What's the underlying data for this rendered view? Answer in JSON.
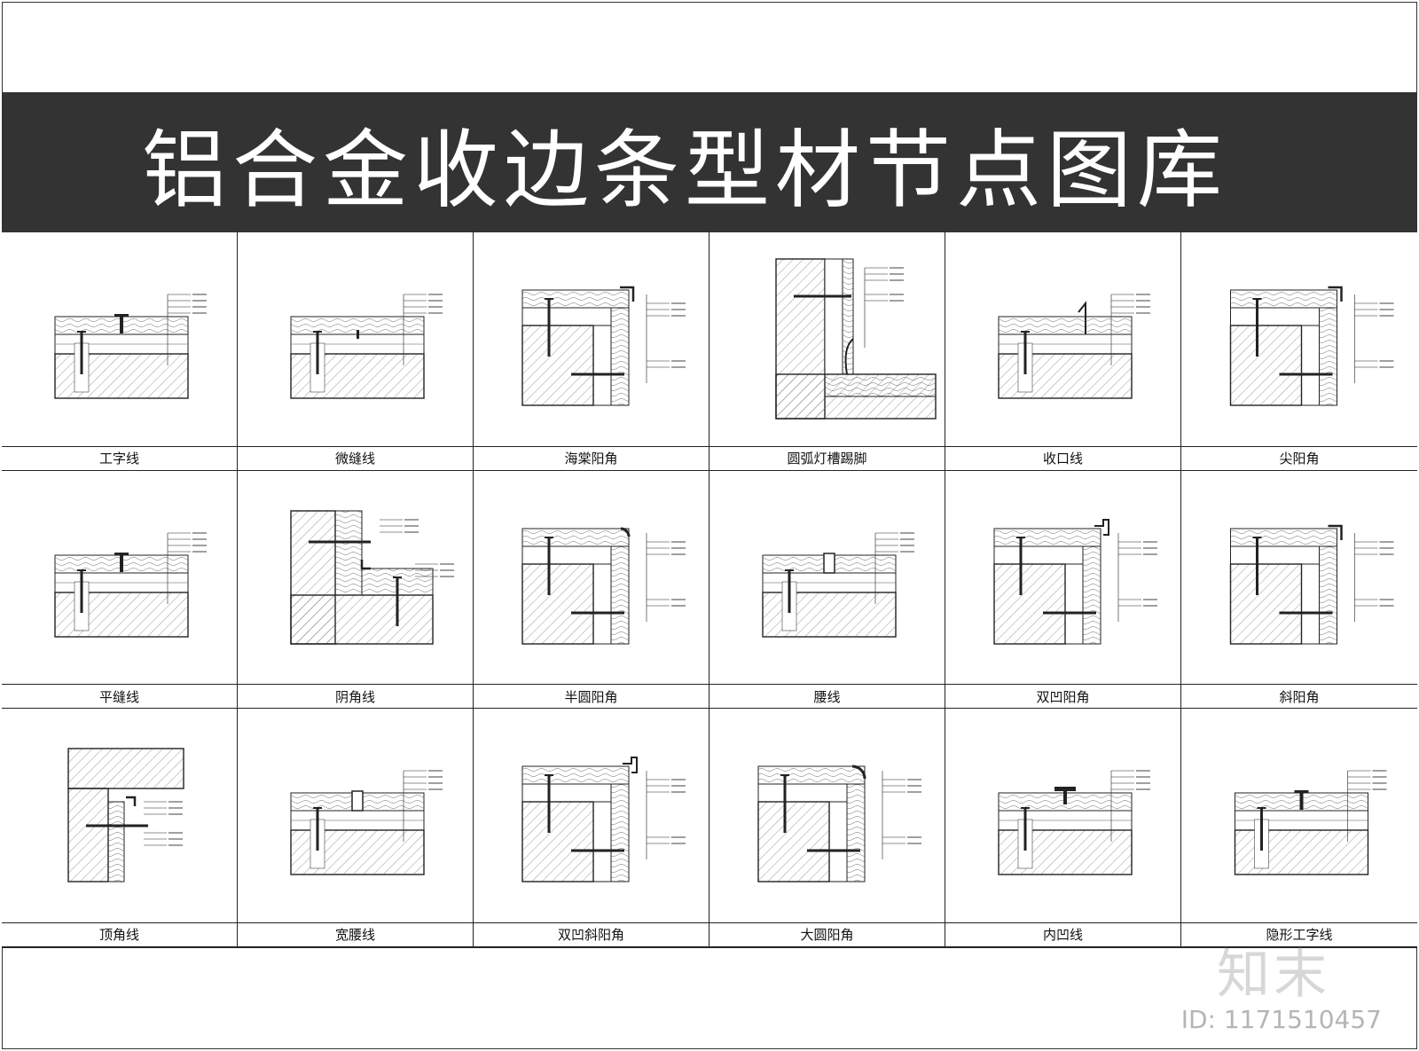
{
  "title": "铝合金收边条型材节点图库",
  "nodes": [
    {
      "label": "工字线",
      "profile": "i-bar"
    },
    {
      "label": "微缝线",
      "profile": "micro-gap"
    },
    {
      "label": "海棠阳角",
      "profile": "corner-trim"
    },
    {
      "label": "圆弧灯槽踢脚",
      "profile": "baseboard"
    },
    {
      "label": "收口线",
      "profile": "edge-trim"
    },
    {
      "label": "尖阳角",
      "profile": "corner-trim"
    },
    {
      "label": "平缝线",
      "profile": "flat-gap"
    },
    {
      "label": "阴角线",
      "profile": "inner-corner"
    },
    {
      "label": "半圆阳角",
      "profile": "corner-round"
    },
    {
      "label": "腰线",
      "profile": "waist"
    },
    {
      "label": "双凹阳角",
      "profile": "corner-double"
    },
    {
      "label": "斜阳角",
      "profile": "corner-trim"
    },
    {
      "label": "顶角线",
      "profile": "ceiling-corner"
    },
    {
      "label": "宽腰线",
      "profile": "waist-wide"
    },
    {
      "label": "双凹斜阳角",
      "profile": "corner-double"
    },
    {
      "label": "大圆阳角",
      "profile": "corner-round-big"
    },
    {
      "label": "内凹线",
      "profile": "recess"
    },
    {
      "label": "隐形工字线",
      "profile": "i-bar-hidden"
    }
  ],
  "watermark": {
    "logo": "知末",
    "id": "ID: 1171510457"
  }
}
